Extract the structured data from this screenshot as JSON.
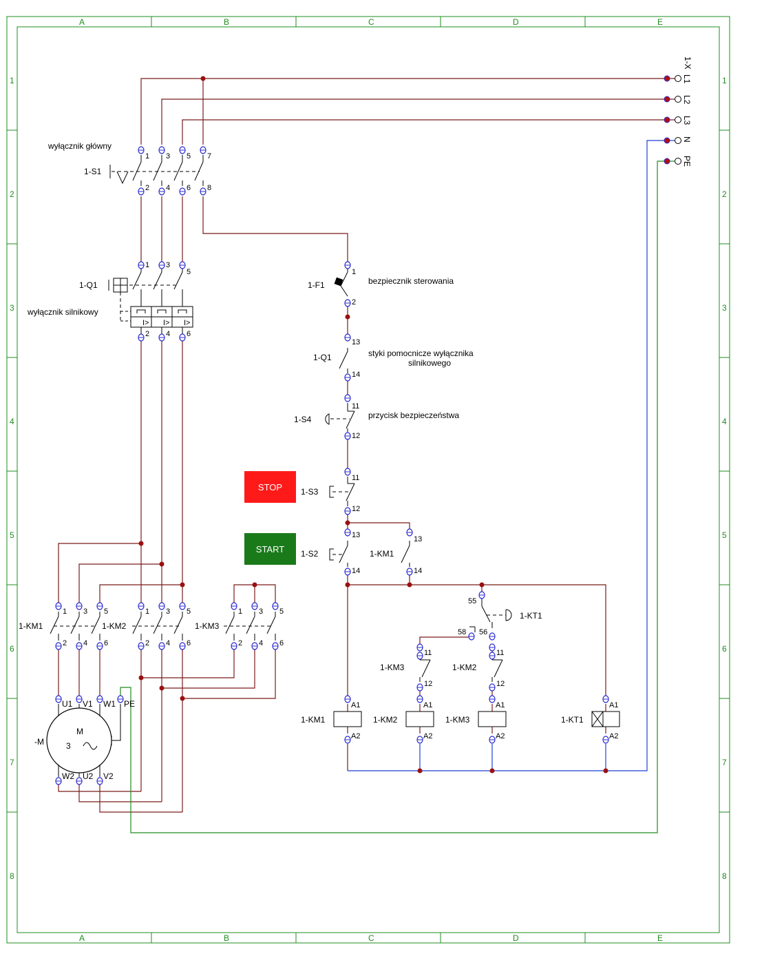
{
  "grid": {
    "cols": [
      "A",
      "B",
      "C",
      "D",
      "E"
    ],
    "rows": [
      "1",
      "2",
      "3",
      "4",
      "5",
      "6",
      "7",
      "8"
    ]
  },
  "terminals": {
    "strip": "1-X",
    "phases": [
      "L1",
      "L2",
      "L3",
      "N",
      "PE"
    ]
  },
  "devices": {
    "s1": "1-S1",
    "s1_desc": "wyłącznik główny",
    "q1": "1-Q1",
    "q1_desc": "wyłącznik silnikowy",
    "f1": "1-F1",
    "f1_desc": "bezpiecznik sterowania",
    "q1_aux": "1-Q1",
    "q1_aux_desc1": "styki pomocnicze wyłącznika",
    "q1_aux_desc2": "silnikowego",
    "s4": "1-S4",
    "s4_desc": "przycisk bezpieczeństwa",
    "s3": "1-S3",
    "s2": "1-S2",
    "km1": "1-KM1",
    "km2": "1-KM2",
    "km3": "1-KM3",
    "kt1": "1-KT1",
    "motor": "-M",
    "motor_m": "M",
    "motor_3": "3",
    "motor_tilde": "~"
  },
  "motor_terminals": {
    "u1": "U1",
    "v1": "V1",
    "w1": "W1",
    "pe": "PE",
    "w2": "W2",
    "u2": "U2",
    "v2": "V2"
  },
  "pins": {
    "p1": "1",
    "p2": "2",
    "p3": "3",
    "p4": "4",
    "p5": "5",
    "p6": "6",
    "p7": "7",
    "p8": "8",
    "p11": "11",
    "p12": "12",
    "p13": "13",
    "p14": "14",
    "p55": "55",
    "p56": "56",
    "p58": "58",
    "a1": "A1",
    "a2": "A2"
  },
  "buttons": {
    "stop": "STOP",
    "start": "START"
  },
  "colors": {
    "power": "#7a1a1a",
    "neutral": "#1f3fd0",
    "pe": "#1e8c1e",
    "frame": "#1e8c1e",
    "stop": "#ff1a1a",
    "start": "#1a7a1a",
    "terminal": "#2a2ad0",
    "node": "#9a1010"
  }
}
